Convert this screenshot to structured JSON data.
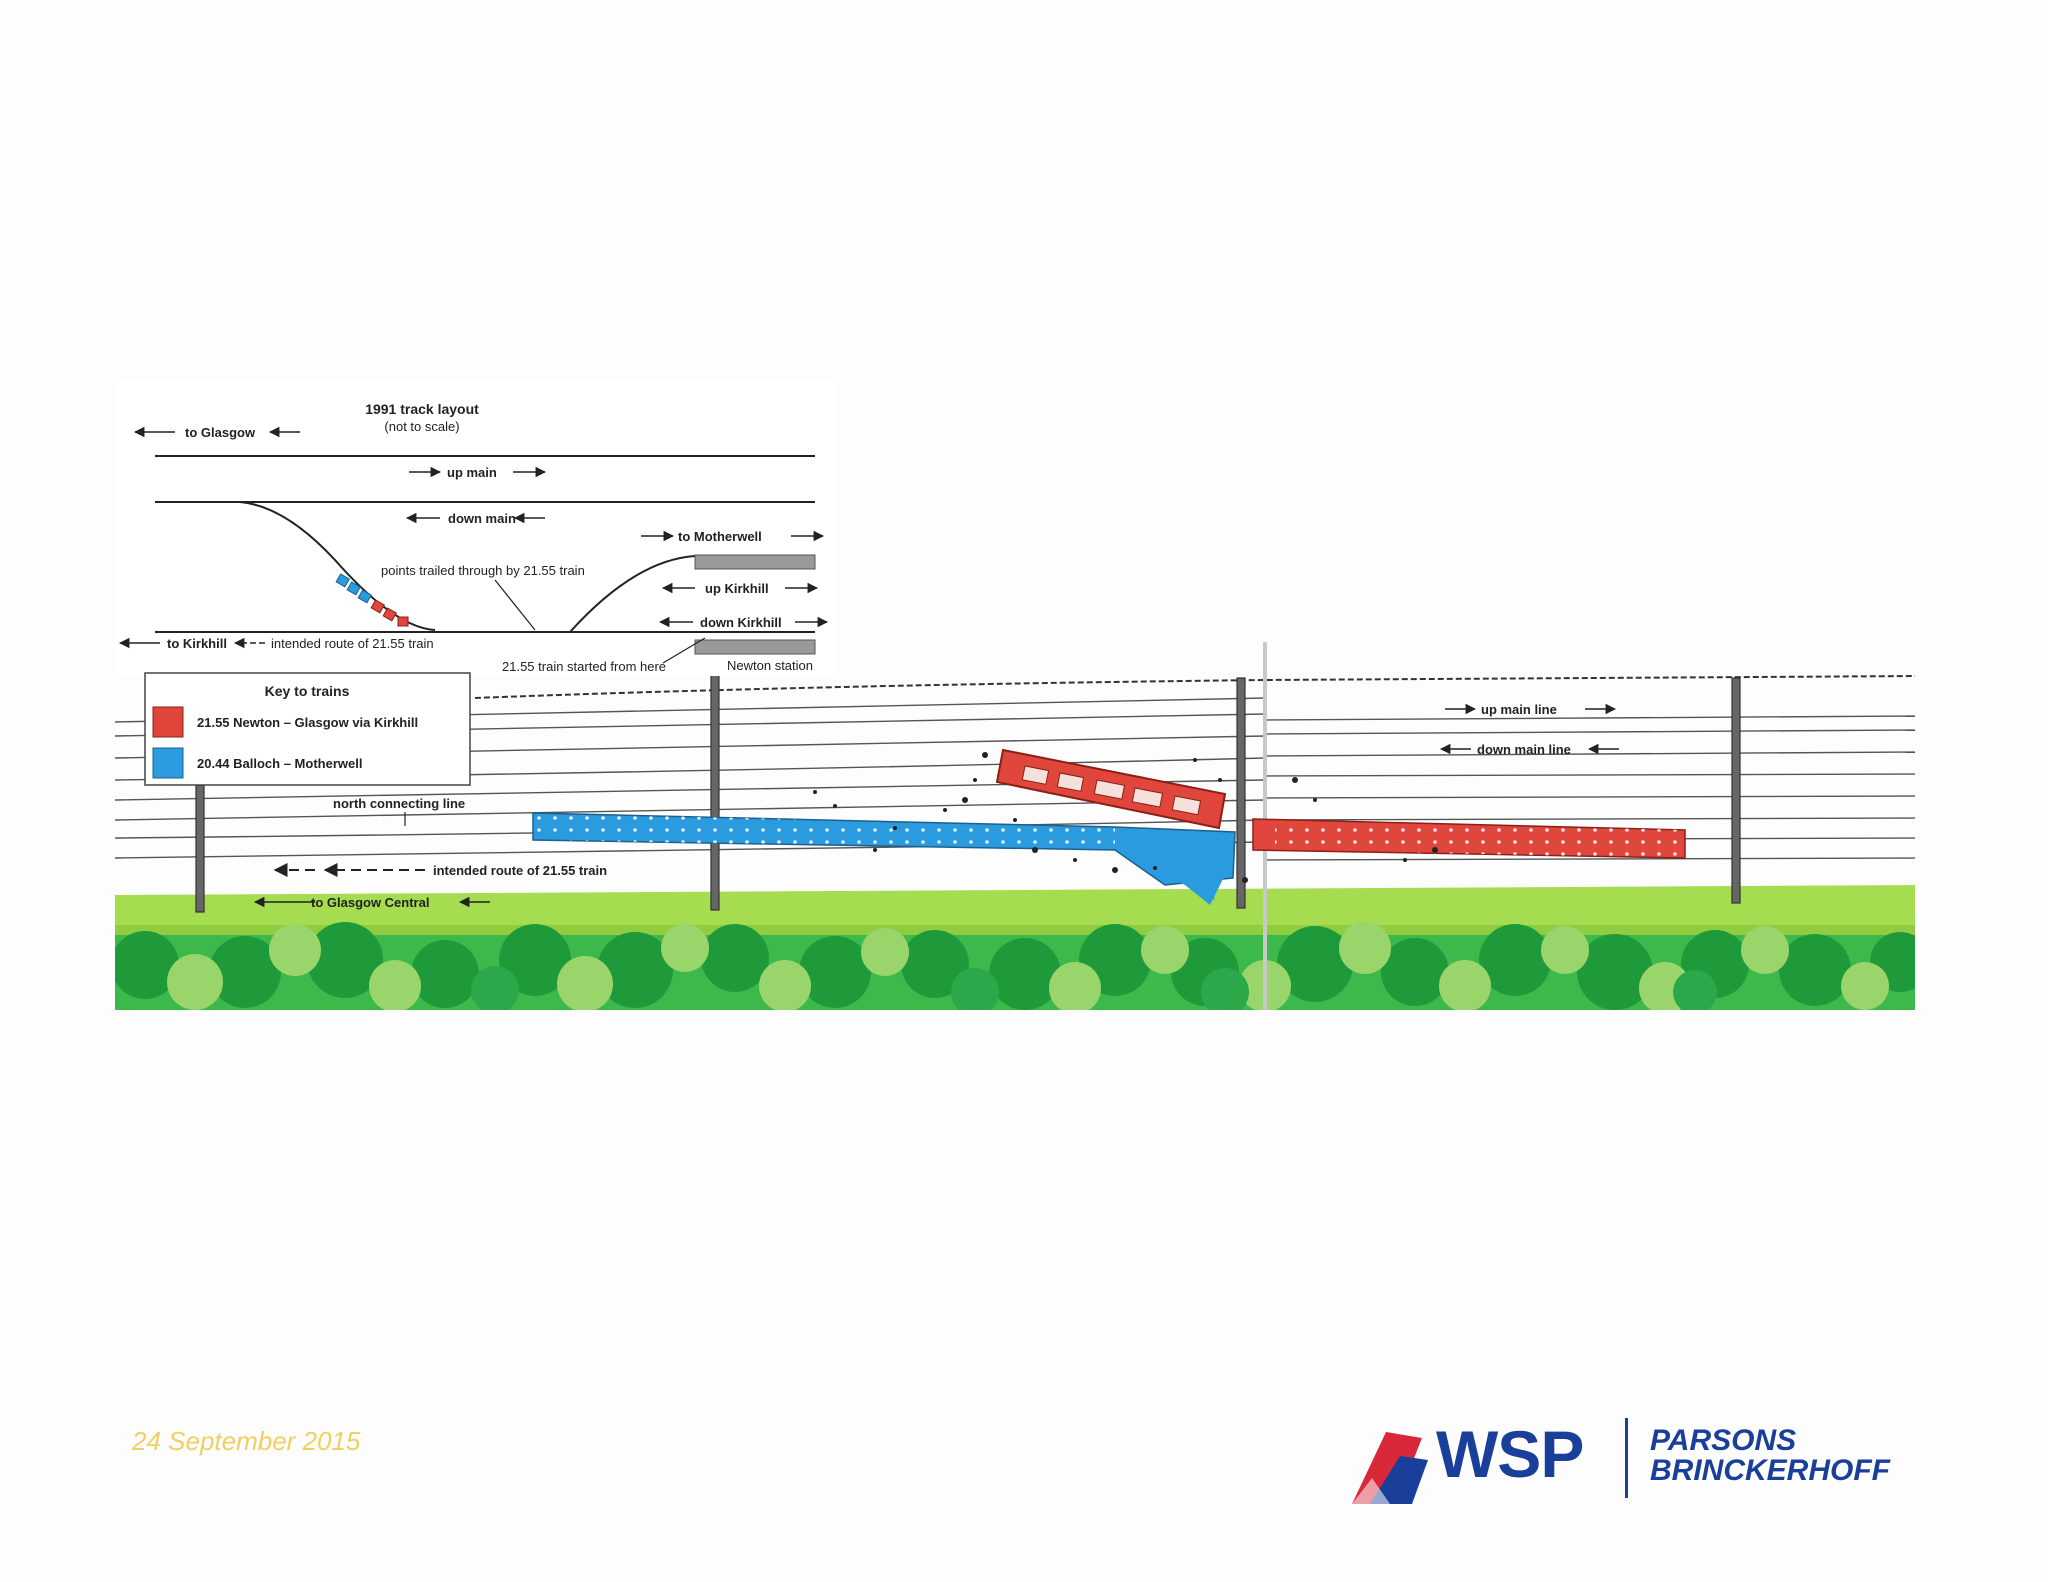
{
  "layout_inset": {
    "title": "1991 track layout",
    "subtitle": "(not to scale)",
    "to_glasgow": "to Glasgow",
    "up_main": "up main",
    "down_main": "down main",
    "to_motherwell": "to Motherwell",
    "points_label": "points trailed through by 21.55 train",
    "up_kirkhill": "up Kirkhill",
    "down_kirkhill": "down Kirkhill",
    "to_kirkhill": "to Kirkhill",
    "intended_route": "intended route of 21.55 train",
    "started_here": "21.55 train started from here",
    "newton_station": "Newton station"
  },
  "key": {
    "title": "Key to trains",
    "items": [
      {
        "label": "21.55 Newton – Glasgow via Kirkhill",
        "color": "#e0463b"
      },
      {
        "label": "20.44 Balloch – Motherwell",
        "color": "#2b9be0"
      }
    ]
  },
  "scene": {
    "up_main_line": "up main line",
    "down_main_line": "down main line",
    "north_connecting_line": "north connecting line",
    "intended_route": "intended route of 21.55 train",
    "to_glasgow_central": "to Glasgow Central"
  },
  "colors": {
    "red_train": "#e0463b",
    "blue_train": "#2b9be0",
    "grass_light": "#a6dc50",
    "grass_dark": "#5fbe3a",
    "tree_dark": "#1f9a3a",
    "tree_mid": "#3db84a",
    "tree_light": "#9ad56b",
    "logo_blue": "#1a3f9a",
    "logo_red": "#d8283a",
    "date_color": "#f0d060"
  },
  "footer": {
    "date": "24 September 2015",
    "logo_wsp": "WSP",
    "logo_pb_line1": "PARSONS",
    "logo_pb_line2": "BRINCKERHOFF"
  }
}
